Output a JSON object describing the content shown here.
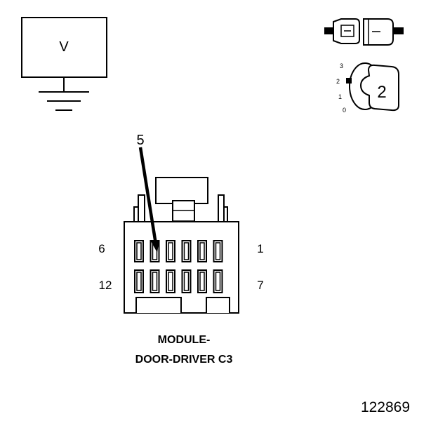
{
  "meter": {
    "label": "V"
  },
  "ignition": {
    "positions": [
      "3",
      "2",
      "1",
      "0"
    ],
    "key_label": "2"
  },
  "connector": {
    "callout_pin": "5",
    "top_row_left": "6",
    "top_row_right": "1",
    "bottom_row_left": "12",
    "bottom_row_right": "7",
    "name_line1": "MODULE-",
    "name_line2": "DOOR-DRIVER C3"
  },
  "figure_number": "122869"
}
